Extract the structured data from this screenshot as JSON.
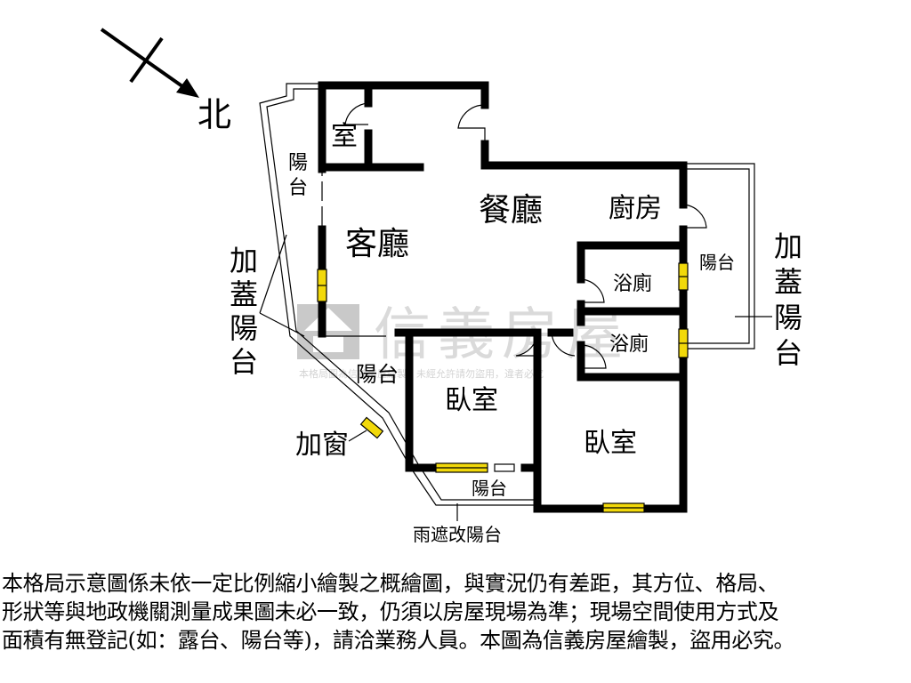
{
  "compass": {
    "north_label": "北"
  },
  "rooms": {
    "small_room": "室",
    "dining": "餐廳",
    "kitchen": "廚房",
    "living": "客廳",
    "bath1": "浴廁",
    "bath2": "浴廁",
    "bedroom1": "臥室",
    "bedroom2": "臥室"
  },
  "balconies": {
    "left": [
      "陽",
      "台"
    ],
    "right": "陽台",
    "middle": "陽台",
    "bottom": "陽台"
  },
  "annotations": {
    "left_added": [
      "加",
      "蓋",
      "陽",
      "台"
    ],
    "right_added": [
      "加",
      "蓋",
      "陽",
      "台"
    ],
    "added_window": "加窗",
    "rain_shelter": "雨遮改陽台"
  },
  "watermark": {
    "brand": "信義房屋",
    "notice": "本格局圖為信義房屋繪製，未經允許請勿盜用，違者必究"
  },
  "disclaimer": [
    "本格局示意圖係未依一定比例縮小繪製之概繪圖，與實況仍有差距，其方位、格局、",
    "形狀等與地政機關測量成果圖未必一致，仍須以房屋現場為準；現場空間使用方式及",
    "面積有無登記(如：露台、陽台等)，請洽業務人員。本圖為信義房屋繪製，盜用必究。"
  ],
  "colors": {
    "wall": "#000000",
    "window": "#f2d90a",
    "watermark": "#bdbdbd"
  }
}
